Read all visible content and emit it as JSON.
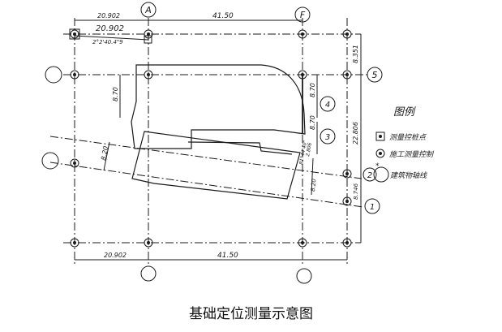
{
  "caption": "基础定位测量示意图",
  "axes": {
    "top_A": "A",
    "top_F": "F",
    "right_5": "5",
    "right_4": "4",
    "right_3": "3",
    "right_2": "2",
    "right_1": "1"
  },
  "dimensions": {
    "top_left": "20.902",
    "top_mid": "41.50",
    "top_inner": "20.902",
    "bottom_left": "20.902",
    "bottom_mid": "41.50",
    "right_top": "8.351",
    "right_mid": "22.806",
    "right_bottom": "8.746",
    "inner_870_left": "8.70",
    "inner_870_right": "8.70",
    "inner_870_right2": "8.70",
    "inner_820": "8.20",
    "inner_820b": "8.20",
    "angle_top": "2°2'40.4\"9",
    "angle_mid": "81°44'40\"",
    "inner_small": "2.806"
  },
  "legend": {
    "title": "图例",
    "item1": "测量控桩点",
    "item2": "施工测量控制",
    "item3": "建筑物轴线",
    "star": "*"
  }
}
